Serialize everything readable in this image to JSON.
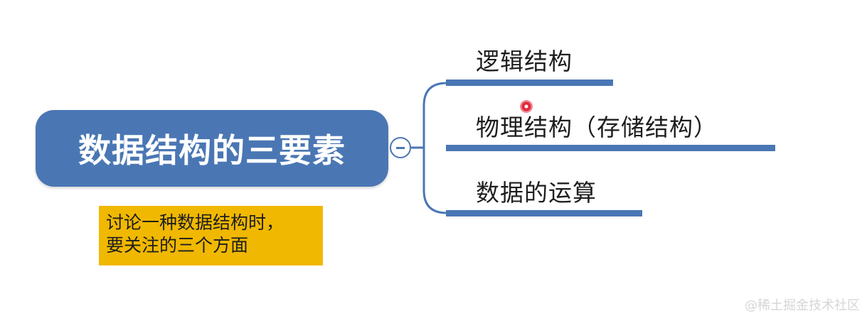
{
  "mindmap": {
    "root": {
      "title": "数据结构的三要素",
      "color": "#4a77b4"
    },
    "toggle": {
      "icon": "minus-icon"
    },
    "branches": [
      {
        "label": "逻辑结构"
      },
      {
        "label": "物理结构（存储结构）"
      },
      {
        "label": "数据的运算"
      }
    ],
    "note": {
      "lines": [
        "讨论一种数据结构时，",
        "要关注的三个方面"
      ],
      "color": "#f0b800"
    }
  },
  "watermark": "@稀土掘金技术社区"
}
